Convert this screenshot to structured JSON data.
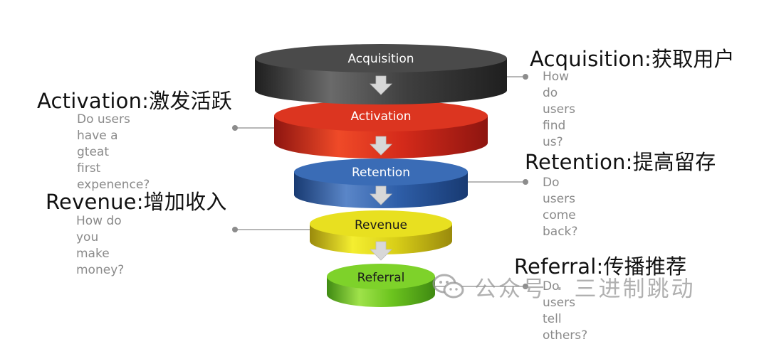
{
  "funnel": [
    {
      "id": "acquisition",
      "label": "Acquisition",
      "title": "Acquisition:获取用户",
      "desc": "How do users find us?",
      "colors": {
        "light": "#6a6a6a",
        "mid": "#3f3f3f",
        "dark": "#1f1f1f",
        "top": "#4a4a4a"
      }
    },
    {
      "id": "activation",
      "label": "Activation",
      "title": "Activation:激发活跃",
      "desc": "Do users have a gteat\nfirst expenence?",
      "colors": {
        "light": "#ef4a28",
        "mid": "#d42a1a",
        "dark": "#8e1510",
        "top": "#dc3520"
      }
    },
    {
      "id": "retention",
      "label": "Retention",
      "title": "Retention:提高留存",
      "desc": "Do users come back?",
      "colors": {
        "light": "#5a86c8",
        "mid": "#2e5ea8",
        "dark": "#183a72",
        "top": "#3a6cb6"
      }
    },
    {
      "id": "revenue",
      "label": "Revenue",
      "title": "Revenue:增加收入",
      "desc": "How do you make\nmoney?",
      "colors": {
        "light": "#f4ee30",
        "mid": "#d9cf18",
        "dark": "#9a8a0c",
        "top": "#e8e020"
      }
    },
    {
      "id": "referral",
      "label": "Referral",
      "title": "Referral:传播推荐",
      "desc": "Do users tell others?",
      "colors": {
        "light": "#9fe24a",
        "mid": "#6cc41e",
        "dark": "#3f8a12",
        "top": "#7ed22a"
      }
    }
  ],
  "watermark": {
    "text": "公众号 · 三进制跳动",
    "icon": "wechat-icon"
  },
  "colors": {
    "arrow": "#d8d8d8",
    "connector": "#8c8c8c",
    "side_bottom": "#2f8e22"
  }
}
